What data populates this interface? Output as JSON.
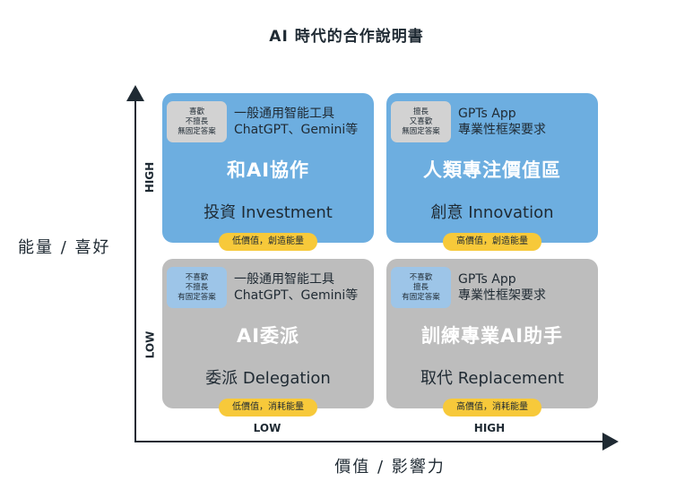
{
  "title": "AI 時代的合作說明書",
  "axes": {
    "y_label": "能量 / 喜好",
    "x_label": "價值 / 影響力",
    "y_high": "HIGH",
    "y_low": "LOW",
    "x_low": "LOW",
    "x_high": "HIGH"
  },
  "quadrants": [
    {
      "position": "top-left",
      "badge": [
        "喜歡",
        "不擅長",
        "無固定答案"
      ],
      "desc": [
        "一般通用智能工具",
        "ChatGPT、Gemini等"
      ],
      "heading": "和AI協作",
      "sub": "投資 Investment",
      "pill": "低價值，創造能量"
    },
    {
      "position": "top-right",
      "badge": [
        "擅長",
        "又喜歡",
        "無固定答案"
      ],
      "desc": [
        "GPTs App",
        "專業性框架要求"
      ],
      "heading": "人類專注價值區",
      "sub": "創意 Innovation",
      "pill": "高價值，創造能量"
    },
    {
      "position": "bottom-left",
      "badge": [
        "不喜歡",
        "不擅長",
        "有固定答案"
      ],
      "desc": [
        "一般通用智能工具",
        "ChatGPT、Gemini等"
      ],
      "heading": "AI委派",
      "sub": "委派 Delegation",
      "pill": "低價值，消耗能量"
    },
    {
      "position": "bottom-right",
      "badge": [
        "不喜歡",
        "擅長",
        "有固定答案"
      ],
      "desc": [
        "GPTs App",
        "專業性框架要求"
      ],
      "heading": "訓練專業AI助手",
      "sub": "取代 Replacement",
      "pill": "高價值，消耗能量"
    }
  ],
  "colors": {
    "quadrant_high": "#6daee0",
    "quadrant_low": "#bdbdbd",
    "pill": "#f7c93a",
    "text": "#1f2a33"
  }
}
